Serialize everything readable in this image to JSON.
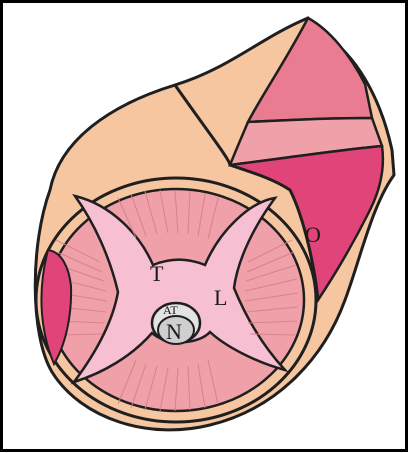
{
  "figure": {
    "labels": {
      "t": "T",
      "l": "L",
      "o": "O",
      "at": "AT",
      "n": "N"
    },
    "colors": {
      "frame": "#000000",
      "outline": "#1f1f1f",
      "skin": "#f6c6a1",
      "muscle_light": "#efa0a8",
      "muscle_mid": "#e97c91",
      "muscle_dark": "#e04478",
      "septum": "#f7bfd2",
      "nerve_ring": "#e3e3e3",
      "nerve_core": "#cfcfcf"
    }
  }
}
